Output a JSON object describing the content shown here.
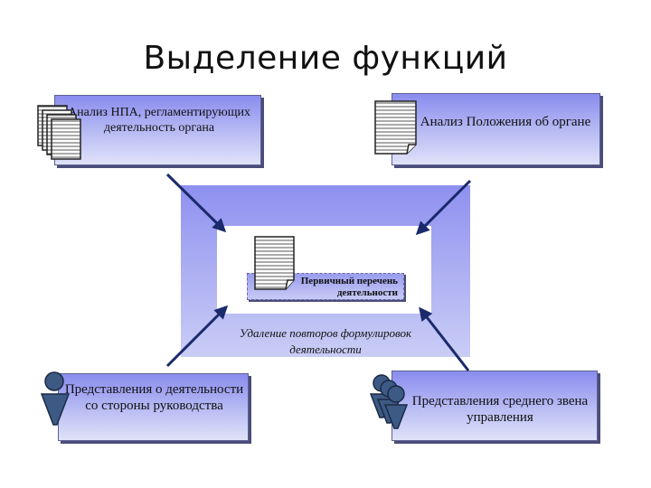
{
  "title": "Выделение функций",
  "cards": {
    "npa": "Анализ НПА, регламентирующих деятельность органа",
    "polozhenie": "Анализ Положения об органе",
    "rukovodstvo": "Представления о деятельности со стороны руководства",
    "srednee_zveno": "Представления среднего звена управления"
  },
  "center": {
    "badge_label": "Первичный перечень деятельности",
    "caption": "Удаление повторов формулировок деятельности"
  },
  "icons": [
    "documents-stack-icon",
    "document-icon",
    "person-icon",
    "people-group-icon"
  ],
  "colors": {
    "accent": "#8a8cee",
    "accent_light": "#e0e2f9",
    "person_fill": "#3d5a85",
    "arrow": "#1a2a6c"
  }
}
